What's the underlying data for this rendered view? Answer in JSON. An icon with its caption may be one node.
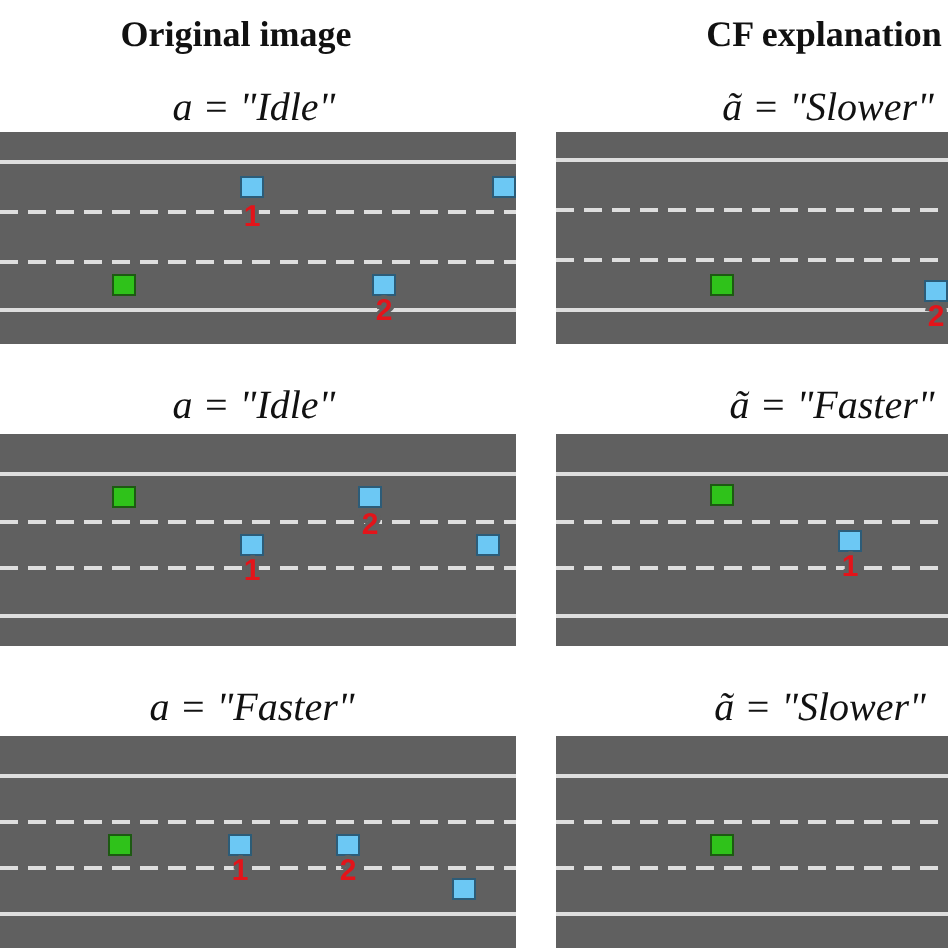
{
  "diagram": {
    "nodes": [
      {
        "text": [
          "a = \"Idle\"",
          "1",
          "2"
        ]
      },
      {
        "text": [
          "ã = \"Slower\"",
          "2"
        ]
      },
      {
        "text": [
          "a = \"Idle\"",
          "2",
          "1"
        ]
      },
      {
        "text": [
          "ã = \"Faster\"",
          "1"
        ]
      },
      {
        "text": [
          "a = \"Faster\"",
          "1",
          "2"
        ]
      },
      {
        "text": [
          "ã = \"Slower\""
        ]
      }
    ],
    "labels": [
      "Original image",
      "CF explanation"
    ]
  }
}
